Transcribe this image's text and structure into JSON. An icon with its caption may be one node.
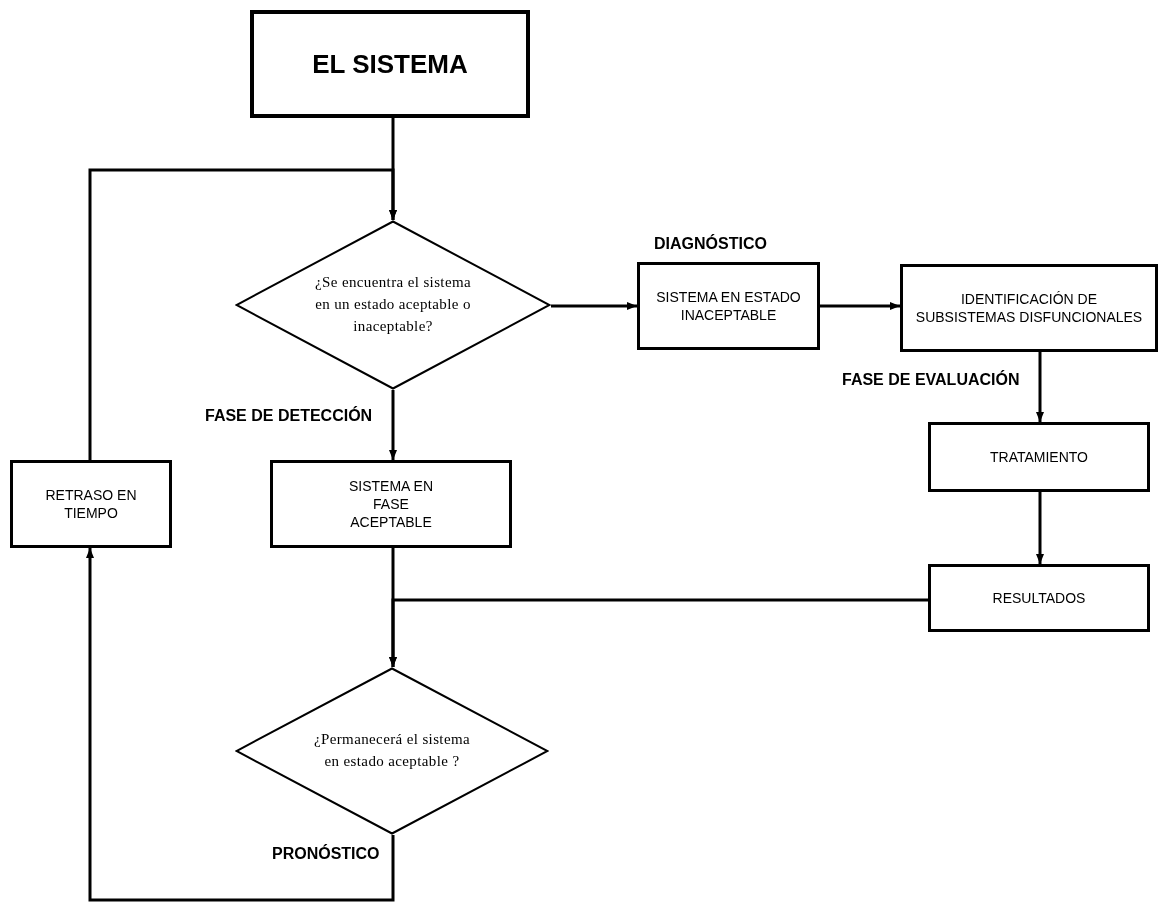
{
  "diagram": {
    "nodes": [
      {
        "text": [
          "EL SISTEMA"
        ]
      },
      {
        "text": [
          "¿Se encuentra el sistema en un estado aceptable o inaceptable?"
        ]
      },
      {
        "text": [
          "SISTEMA EN ESTADO INACEPTABLE"
        ]
      },
      {
        "text": [
          "IDENTIFICACIÓN DE SUBSISTEMAS DISFUNCIONALES"
        ]
      },
      {
        "text": [
          "TRATAMIENTO"
        ]
      },
      {
        "text": [
          "RESULTADOS"
        ]
      },
      {
        "text": [
          "RETRASO EN TIEMPO"
        ]
      },
      {
        "text": [
          "SISTEMA EN FASE ACEPTABLE"
        ]
      },
      {
        "text": [
          "¿Permanecerá el sistema en estado aceptable ?"
        ]
      }
    ],
    "edges": [
      {
        "from": 0,
        "to": 1,
        "arrow": "to"
      },
      {
        "from": 6,
        "to": 1,
        "arrow": "to"
      },
      {
        "from": 1,
        "to": 2,
        "arrow": "to"
      },
      {
        "from": 2,
        "to": 3,
        "arrow": "to"
      },
      {
        "from": 1,
        "to": 7,
        "arrow": "to"
      },
      {
        "from": 3,
        "to": 4,
        "arrow": "to"
      },
      {
        "from": 4,
        "to": 5,
        "arrow": "to"
      },
      {
        "from": 5,
        "to": 8,
        "arrow": "to"
      },
      {
        "from": 7,
        "to": 8,
        "arrow": "to"
      },
      {
        "from": 8,
        "to": 6,
        "arrow": "to"
      }
    ],
    "labels": [
      "DIAGNÓSTICO",
      "FASE DE DETECCIÓN",
      "FASE DE EVALUACIÓN",
      "PRONÓSTICO"
    ]
  }
}
